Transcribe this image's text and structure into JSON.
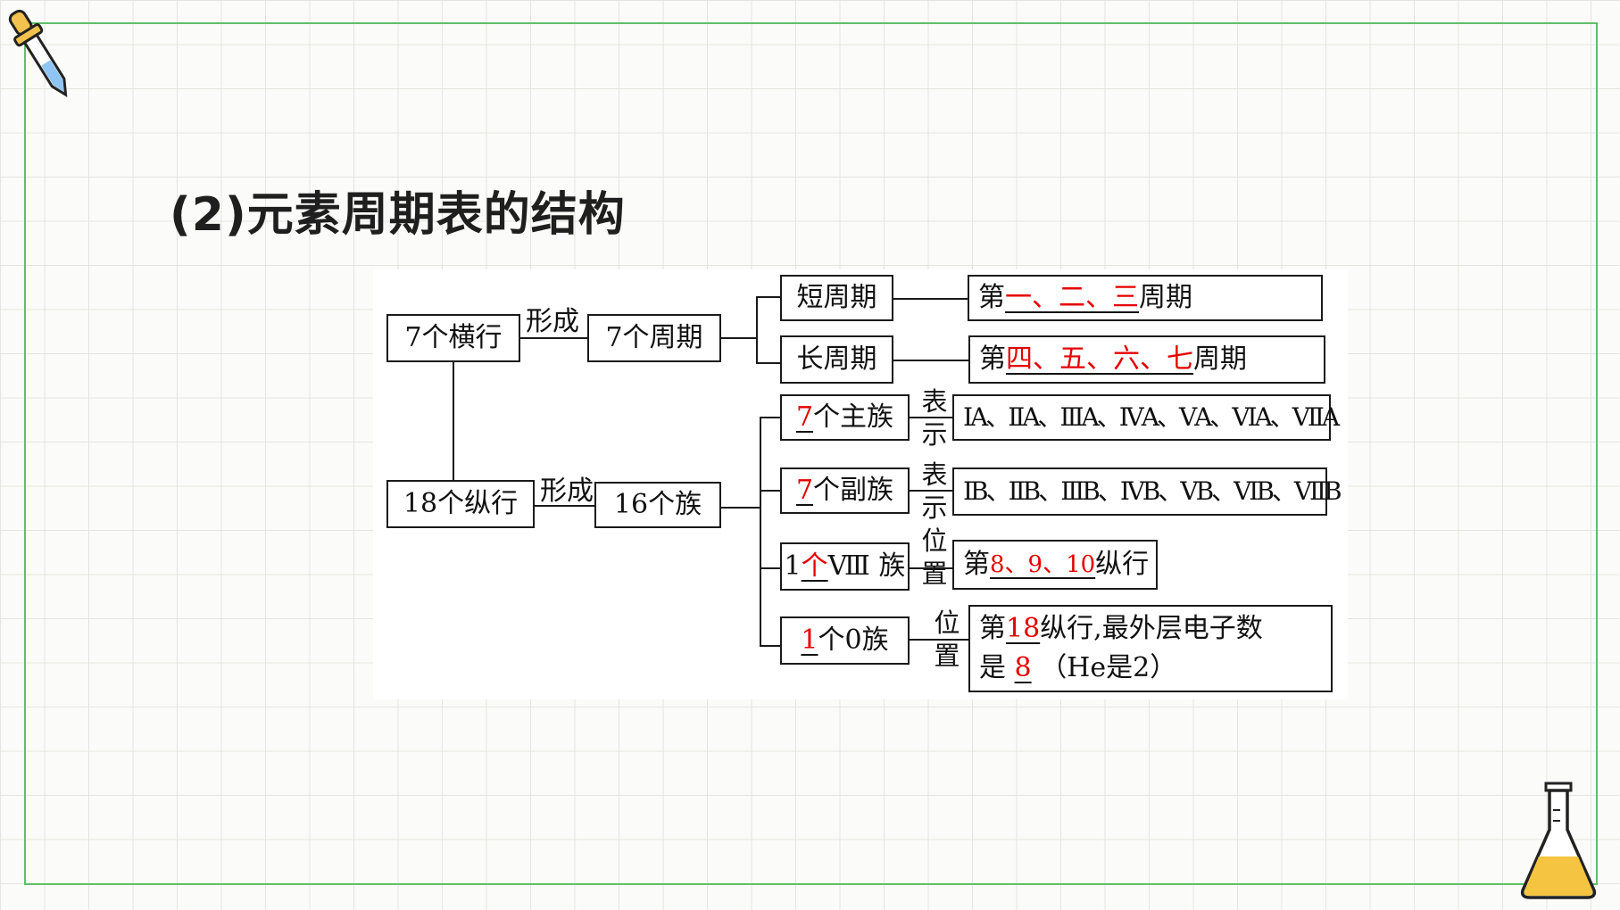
{
  "title": "(2)元素周期表的结构",
  "diagram": {
    "rows": {
      "left_top": "7个横行",
      "left_bottom": "18个纵行",
      "form_label": "形成",
      "periods": "7个周期",
      "groups": "16个族"
    },
    "periods": {
      "short": "短周期",
      "long": "长周期",
      "short_detail": {
        "prefix": "第",
        "answer": "一、二、三",
        "suffix": "周期"
      },
      "long_detail": {
        "prefix": "第",
        "answer": "四、五、六、七",
        "suffix": "周期"
      }
    },
    "groups": {
      "main": {
        "answer": "7",
        "text": "个主族"
      },
      "sub": {
        "answer": "7",
        "text": "个副族"
      },
      "eight": {
        "prefix": "1",
        "answer": "个",
        "text": "Ⅷ 族"
      },
      "zero": {
        "answer": "1",
        "text": "个0族"
      }
    },
    "vertical_labels": {
      "biaoshi1": [
        "表",
        "示"
      ],
      "biaoshi_weizhi": [
        "表",
        "示",
        "位",
        "置"
      ],
      "weizhi": [
        "位",
        "置"
      ]
    },
    "details": {
      "main": "ⅠA、ⅡA、ⅢA、ⅣA、ⅤA、ⅥA、ⅦA",
      "sub": "ⅠB、ⅡB、ⅢB、ⅣB、ⅤB、ⅥB、ⅦB",
      "eight": {
        "prefix": "第",
        "answer": "8、9、10",
        "suffix": "纵行"
      },
      "zero": {
        "prefix": "第",
        "answer": "18",
        "suffix": "纵行,最外层电子数",
        "line2_prefix": "是",
        "line2_answer": "8",
        "line2_suffix": "（He是2）"
      }
    }
  },
  "icons": [
    "dropper-icon",
    "flask-icon"
  ],
  "colors": {
    "answer": "#e60000",
    "frame": "#5fbf6a",
    "flask_liquid": "#f5c542",
    "dropper": "#f2c14e"
  }
}
